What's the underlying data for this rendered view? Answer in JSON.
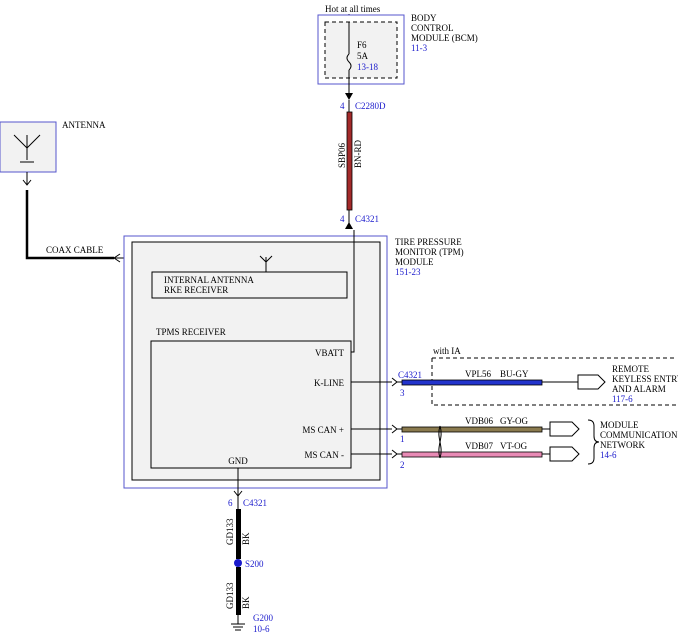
{
  "colors": {
    "ref": "#1a1acc",
    "bn_rd": "#a32a2a",
    "bu_gy": "#2233cc",
    "gy_og": "#8a7a4e",
    "vt_og": "#e88ab5",
    "bk": "#000000",
    "module_border": "#5555cc",
    "module_fill": "#f2f2f2"
  },
  "bcm": {
    "hot_label": "Hot at all times",
    "name_lines": [
      "BODY",
      "CONTROL",
      "MODULE (BCM)"
    ],
    "ref": "11-3",
    "fuse_name": "F6",
    "fuse_rating": "5A",
    "fuse_ref": "13-18",
    "pin": "4",
    "connector": "C2280D"
  },
  "power_wire": {
    "circuit": "SBP06",
    "color_code": "BN-RD",
    "pin": "4",
    "connector": "C4321"
  },
  "antenna": {
    "label": "ANTENNA",
    "cable_label": "COAX CABLE"
  },
  "tpm": {
    "name_lines": [
      "TIRE PRESSURE",
      "MONITOR (TPM)",
      "MODULE"
    ],
    "ref": "151-23",
    "internal_antenna_lines": [
      "INTERNAL ANTENNA",
      "RKE RECEIVER"
    ],
    "receiver_label": "TPMS RECEIVER",
    "pins": {
      "vbatt": "VBATT",
      "kline": "K-LINE",
      "mscan_plus": "MS CAN +",
      "mscan_minus": "MS CAN -",
      "gnd": "GND"
    }
  },
  "kline": {
    "option": "with IA",
    "connector": "C4321",
    "pin": "3",
    "circuit": "VPL56",
    "color_code": "BU-GY",
    "dest_lines": [
      "REMOTE",
      "KEYLESS ENTRY",
      "AND ALARM"
    ],
    "dest_ref": "117-6"
  },
  "mscan": {
    "plus_pin": "1",
    "plus_circuit": "VDB06",
    "plus_color": "GY-OG",
    "minus_pin": "2",
    "minus_circuit": "VDB07",
    "minus_color": "VT-OG",
    "dest_lines": [
      "MODULE",
      "COMMUNICATIONS",
      "NETWORK"
    ],
    "dest_ref": "14-6"
  },
  "ground": {
    "pin": "6",
    "connector": "C4321",
    "circuit": "GD133",
    "color_code": "BK",
    "splice": "S200",
    "circuit2": "GD133",
    "color_code2": "BK",
    "ground_id": "G200",
    "ground_ref": "10-6"
  }
}
